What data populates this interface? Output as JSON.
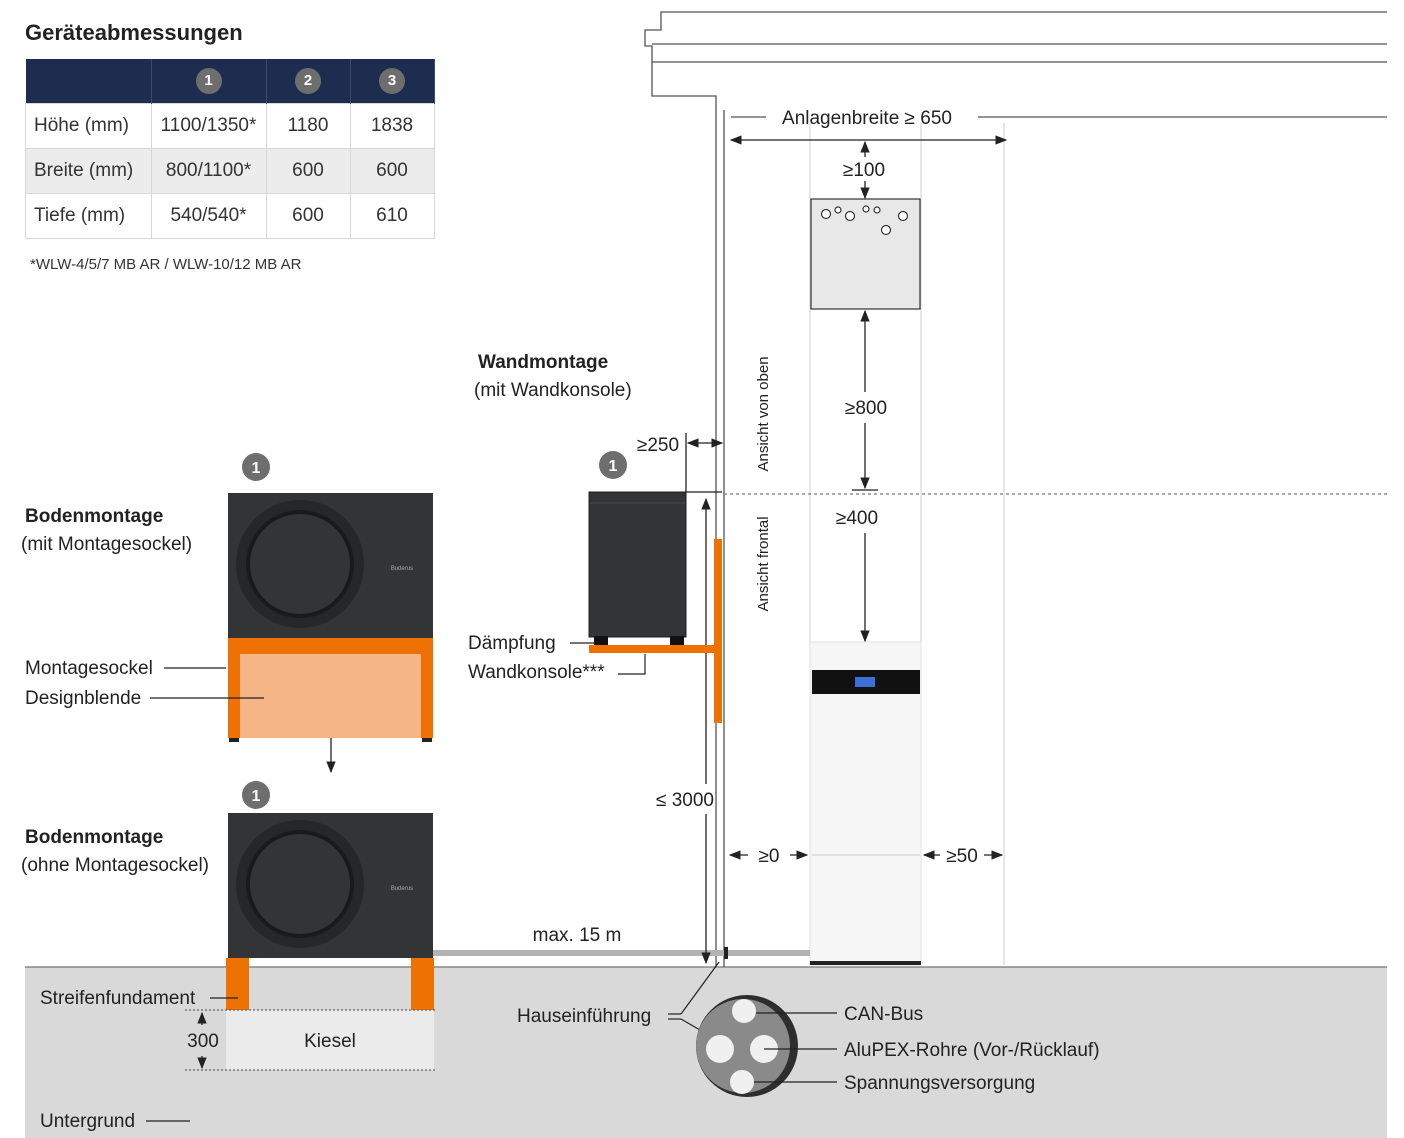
{
  "title": "Geräteabmessungen",
  "table": {
    "columns": [
      "1",
      "2",
      "3"
    ],
    "rows": [
      {
        "label": "Höhe (mm)",
        "values": [
          "1100/1350*",
          "1180",
          "1838"
        ]
      },
      {
        "label": "Breite (mm)",
        "values": [
          "800/1100*",
          "600",
          "600"
        ]
      },
      {
        "label": "Tiefe (mm)",
        "values": [
          "540/540*",
          "600",
          "610"
        ]
      }
    ]
  },
  "footnote": "*WLW-4/5/7 MB AR / WLW-10/12 MB AR",
  "sections": {
    "boden_mit": {
      "title": "Bodenmontage",
      "subtitle": "(mit Montagesockel)",
      "badge": "1"
    },
    "boden_ohne": {
      "title": "Bodenmontage",
      "subtitle": "(ohne Montagesockel)",
      "badge": "1"
    },
    "wand": {
      "title": "Wandmontage",
      "subtitle": "(mit Wandkonsole)",
      "badge": "1"
    }
  },
  "labels": {
    "montagesockel": "Montagesockel",
    "designblende": "Designblende",
    "daempfung": "Dämpfung",
    "wandkonsole": "Wandkonsole***",
    "streifenfundament": "Streifenfundament",
    "kiesel": "Kiesel",
    "untergrund": "Untergrund",
    "hauseinfuehrung": "Hauseinführung",
    "can_bus": "CAN-Bus",
    "alupex": "AluPEX-Rohre (Vor-/Rücklauf)",
    "spannung": "Spannungsversorgung",
    "max15": "max. 15 m",
    "ansicht_oben": "Ansicht von oben",
    "ansicht_frontal": "Ansicht frontal",
    "brand_text": "Buderus"
  },
  "dimensions": {
    "anlagenbreite": "Anlagenbreite ≥ 650",
    "d100": "≥100",
    "d800": "≥800",
    "d400": "≥400",
    "d250": "≥250",
    "d3000": "≤ 3000",
    "d0": "≥0",
    "d50": "≥50",
    "d300": "300"
  },
  "colors": {
    "table_header": "#1c2d4f",
    "badge": "#6e6e6e",
    "orange": "#ee7203",
    "orange_light": "#f6b584",
    "unit_dark": "#333436",
    "ground": "#d9d9d9"
  }
}
